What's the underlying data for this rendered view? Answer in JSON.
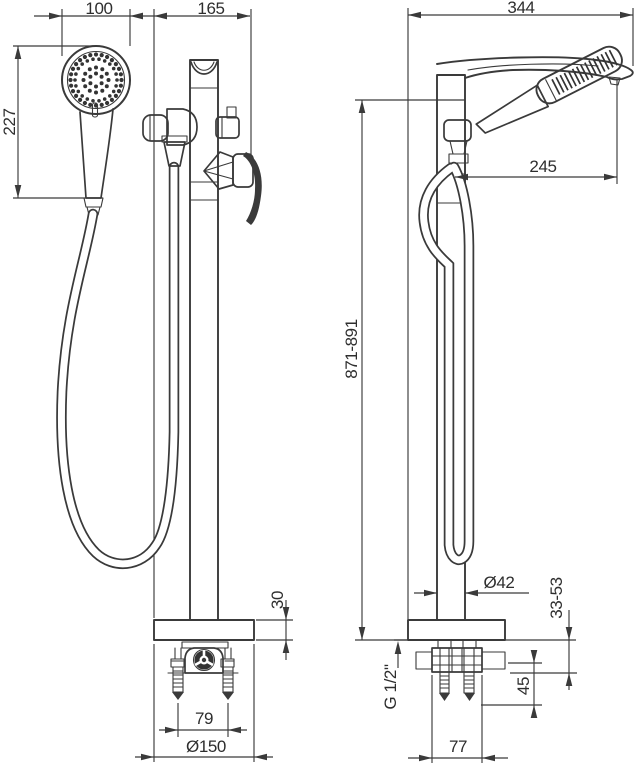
{
  "colors": {
    "line": "#3a3a3a",
    "background": "#ffffff",
    "text": "#2e2e2e"
  },
  "views": {
    "front": {
      "dims": {
        "head_diameter": "100",
        "holder_offset": "165",
        "handshower_length": "227",
        "base_plate_thickness": "30",
        "anchor_bolt_spacing": "79",
        "base_plate_diameter": "Ø150"
      }
    },
    "side": {
      "dims": {
        "overall_depth": "344",
        "spout_reach": "245",
        "overall_height": "871-891",
        "column_diameter": "Ø42",
        "floor_mount_range": "33-53",
        "connection_thread": "G 1/2\"",
        "undermount_depth": "45",
        "anchor_bolt_spacing": "77"
      }
    }
  }
}
